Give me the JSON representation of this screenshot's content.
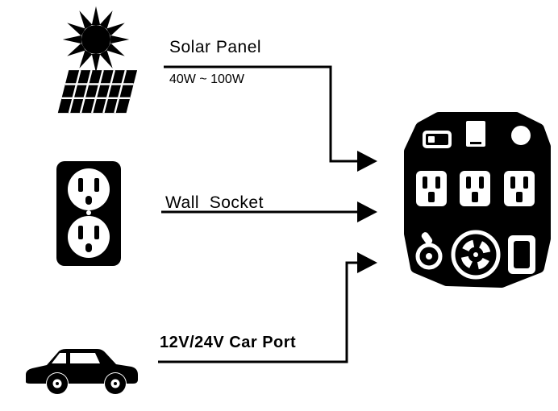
{
  "colors": {
    "ink": "#000000",
    "background": "#ffffff"
  },
  "sources": [
    {
      "label": "Solar Panel",
      "sublabel": "40W ~ 100W",
      "icons": [
        "sun-icon",
        "solar-panel-icon"
      ]
    },
    {
      "label": "Wall  Socket",
      "icons": [
        "wall-socket-icon"
      ]
    },
    {
      "label": "12V/24V Car Port",
      "icons": [
        "car-icon"
      ]
    }
  ],
  "target": {
    "icon": "power-station-icon"
  },
  "connectors": {
    "arrow_icon": "arrow-right-icon",
    "count": 3
  }
}
